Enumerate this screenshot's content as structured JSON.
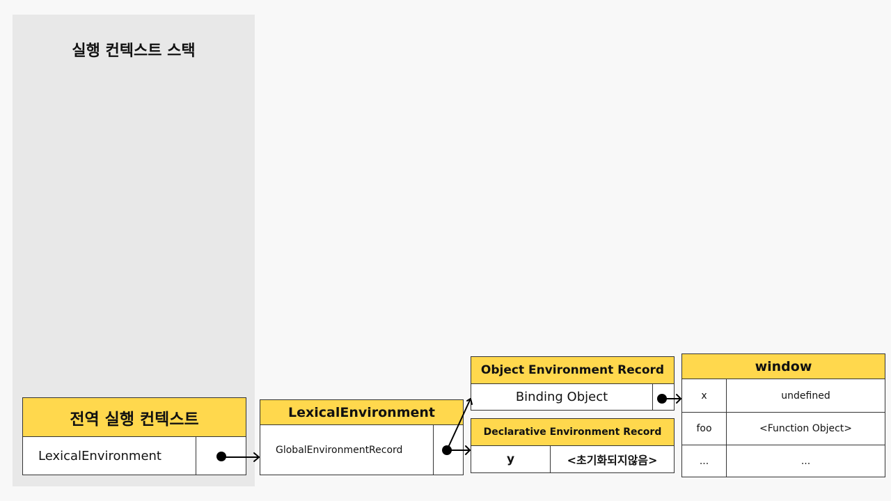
{
  "stack": {
    "title": "실행 컨텍스트 스택"
  },
  "global_context": {
    "title": "전역 실행 컨텍스트",
    "field_label": "LexicalEnvironment"
  },
  "lexical_environment": {
    "title": "LexicalEnvironment",
    "field_label": "GlobalEnvironmentRecord"
  },
  "object_env_record": {
    "title": "Object Environment Record",
    "field_label": "Binding Object"
  },
  "declarative_env_record": {
    "title": "Declarative Environment Record",
    "key": "y",
    "value": "<초기화되지않음>"
  },
  "window": {
    "title": "window",
    "rows": [
      {
        "key": "x",
        "value": "undefined"
      },
      {
        "key": "foo",
        "value": "<Function Object>"
      },
      {
        "key": "...",
        "value": "..."
      }
    ]
  },
  "colors": {
    "header": "#ffd84d",
    "panel": "#e8e8e8",
    "background": "#f8f8f8"
  }
}
